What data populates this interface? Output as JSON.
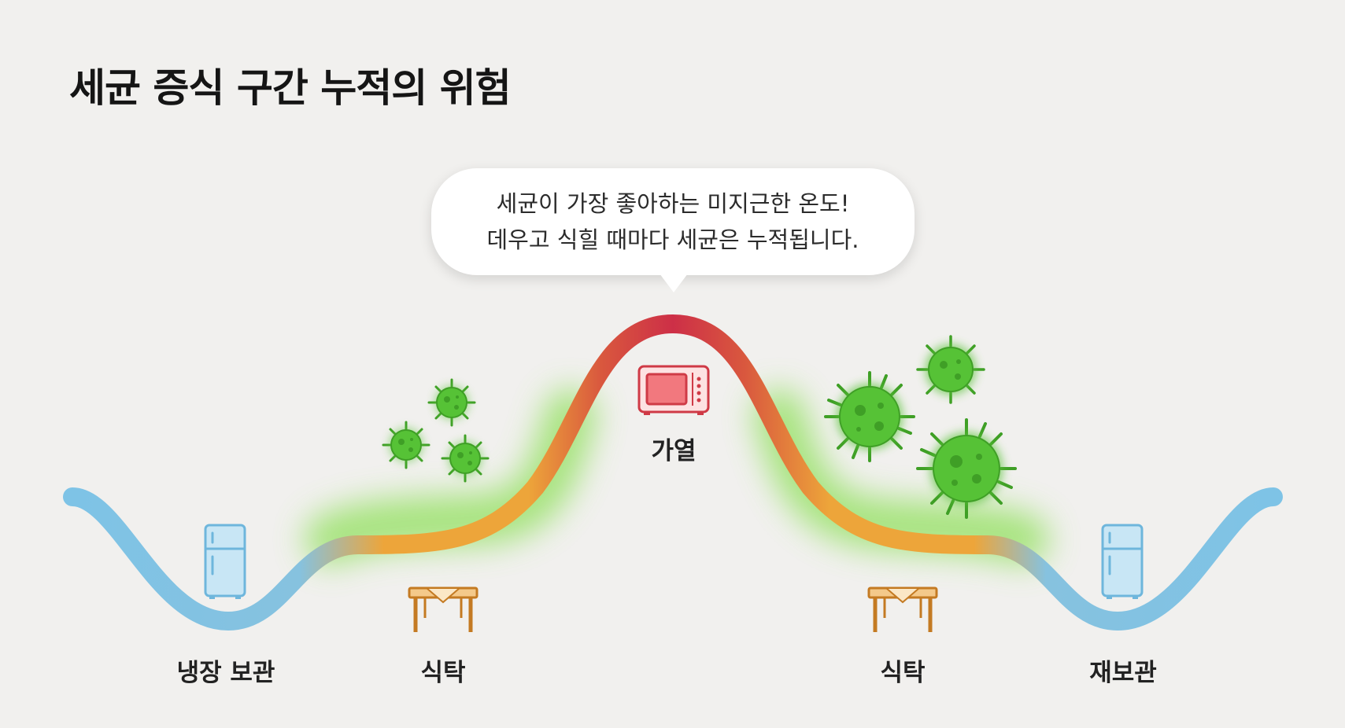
{
  "title": "세균 증식 구간 누적의 위험",
  "callout": {
    "line1": "세균이 가장 좋아하는 미지근한 온도!",
    "line2": "데우고 식힐 때마다 세균은 누적됩니다."
  },
  "stages": [
    {
      "label": "냉장 보관",
      "icon": "refrigerator-icon"
    },
    {
      "label": "식탁",
      "icon": "table-icon"
    },
    {
      "label": "가열",
      "icon": "microwave-icon"
    },
    {
      "label": "식탁",
      "icon": "table-icon"
    },
    {
      "label": "재보관",
      "icon": "refrigerator-icon"
    }
  ],
  "colors": {
    "cold": "#7ec3e6",
    "warm": "#eda53a",
    "hot": "#cd2f47",
    "bacteria": "#56c236",
    "bacteria_glow": "#8fe05a"
  }
}
